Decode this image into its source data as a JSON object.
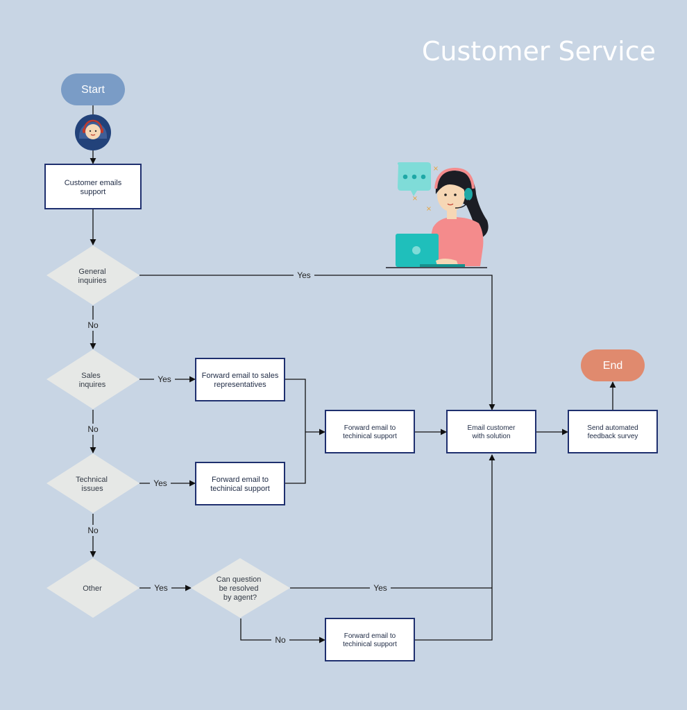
{
  "title": "Customer Service",
  "terminals": {
    "start": "Start",
    "end": "End"
  },
  "colors": {
    "background": "#c8d5e4",
    "start": "#7a9cc6",
    "end": "#e08a6e",
    "box_border": "#1e2f6e",
    "diamond": "#e6e8e6"
  },
  "boxes": {
    "customer_emails": [
      "Customer emails",
      "support"
    ],
    "fwd_sales": [
      "Forward email to sales",
      "representatives"
    ],
    "fwd_tech_1": [
      "Forward email to",
      "techinical support"
    ],
    "fwd_tech_center": [
      "Forward email to",
      "techinical support"
    ],
    "email_solution": [
      "Email customer",
      "with solution"
    ],
    "feedback_survey": [
      "Send automated",
      "feedback survey"
    ],
    "fwd_tech_bottom": [
      "Forward email to",
      "techinical support"
    ]
  },
  "decisions": {
    "general": [
      "General",
      "inquiries"
    ],
    "sales": [
      "Sales",
      "inquires"
    ],
    "technical": [
      "Technical",
      "issues"
    ],
    "other": [
      "Other"
    ],
    "resolved": [
      "Can question",
      "be resolved",
      "by agent?"
    ]
  },
  "labels": {
    "yes": "Yes",
    "no": "No"
  },
  "icons": {
    "agent_avatar": "headset-agent-avatar-icon",
    "illustration": "support-agent-laptop-illustration"
  }
}
